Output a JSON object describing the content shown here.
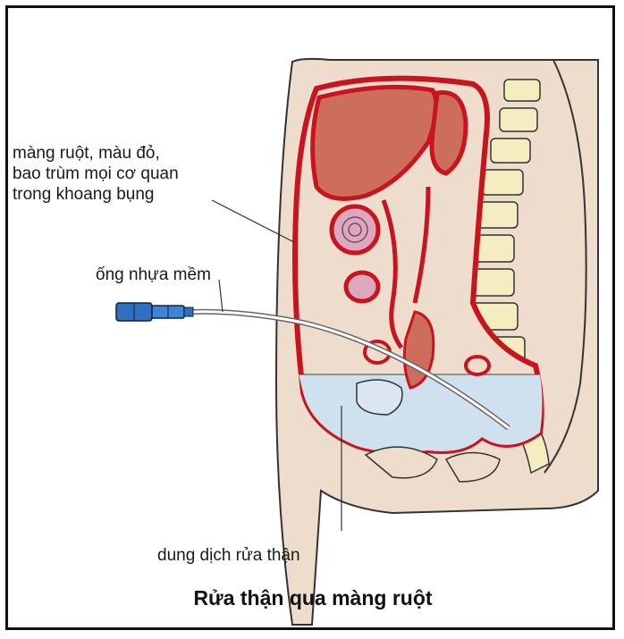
{
  "title": "Rửa thận qua màng ruột",
  "labels": {
    "peritoneum": "màng ruột, màu đỏ,\nbao trùm mọi cơ quan\ntrong khoang bụng",
    "catheter": "ống nhựa mềm",
    "solution": "dung dịch rửa thận"
  },
  "colors": {
    "peritoneum": "#c8141e",
    "organ": "#cd6e5c",
    "skin": "#eedccd",
    "fluid": "#cfe0ee",
    "spine": "#f4edbf",
    "connector": "#2f6fbf"
  }
}
